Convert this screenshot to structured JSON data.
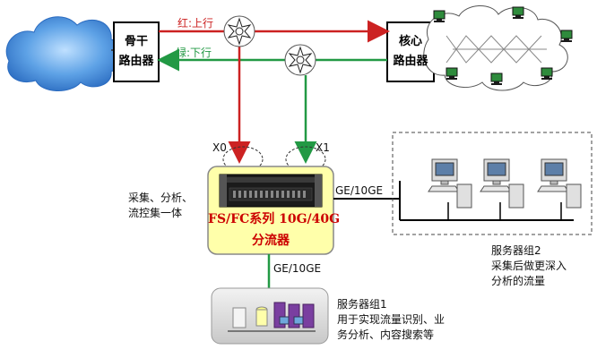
{
  "labels": {
    "up_link": "红:上行",
    "down_link": "绿:下行",
    "backbone_router": [
      "骨干",
      "路由器"
    ],
    "core_router": [
      "核心",
      "路由器"
    ],
    "port_x0": "X0",
    "port_x1": "X1",
    "ge_right": "GE/10GE",
    "ge_bottom": "GE/10GE",
    "collect_text": [
      "采集、分析、",
      "流控集一体"
    ],
    "shunt_title": "FS/FC系列 10G/40G",
    "shunt_sub": "分流器",
    "group2_title": "服务器组2",
    "group2_desc": [
      "采集后做更深入",
      "分析的流量"
    ],
    "group1_title": "服务器组1",
    "group1_desc": [
      "用于实现流量识别、业",
      "务分析、内容搜索等"
    ]
  },
  "colors": {
    "uplink": "#cc2222",
    "downlink": "#229944",
    "shunt_fill": "#ffffaa",
    "shunt_text": "#cc0000",
    "cloud": "#4a8fd8"
  }
}
